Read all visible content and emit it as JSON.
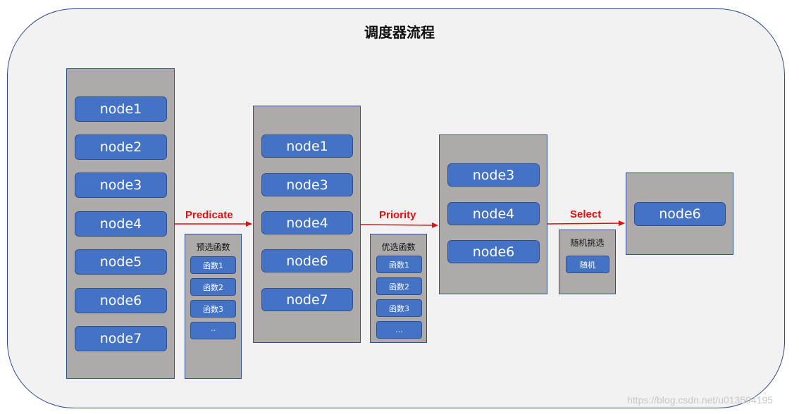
{
  "title": "调度器流程",
  "columns": [
    {
      "nodes": [
        "node1",
        "node2",
        "node3",
        "node4",
        "node5",
        "node6",
        "node7"
      ]
    },
    {
      "nodes": [
        "node1",
        "node3",
        "node4",
        "node6",
        "node7"
      ]
    },
    {
      "nodes": [
        "node3",
        "node4",
        "node6"
      ]
    },
    {
      "nodes": [
        "node6"
      ]
    }
  ],
  "steps": [
    {
      "label": "Predicate",
      "box_title": "预选函数",
      "items": [
        "函数1",
        "函数2",
        "函数3",
        "··"
      ]
    },
    {
      "label": "Priority",
      "box_title": "优选函数",
      "items": [
        "函数1",
        "函数2",
        "函数3",
        "..."
      ]
    },
    {
      "label": "Select",
      "box_title": "随机挑选",
      "items": [
        "随机"
      ]
    }
  ],
  "colors": {
    "node_fill": "#4472c4",
    "column_fill": "#aeaaaa",
    "arrow": "#e01010",
    "border": "#2f528f"
  },
  "watermark": "https://blog.csdn.net/u013504195"
}
